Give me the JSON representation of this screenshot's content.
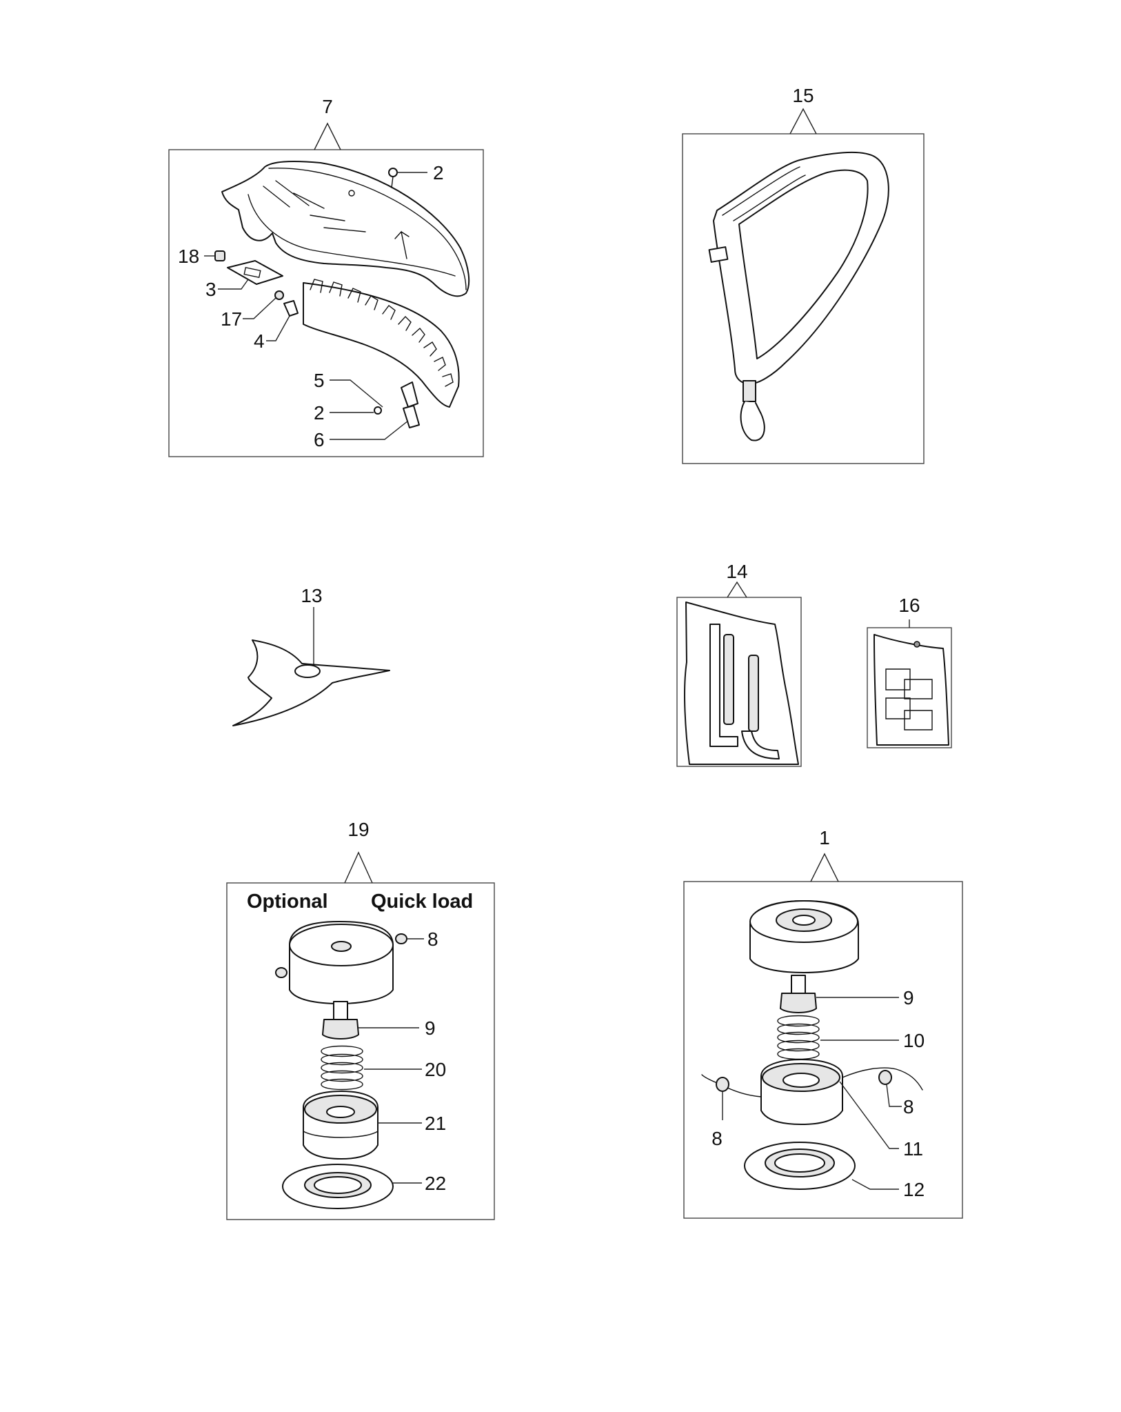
{
  "groups": [
    {
      "id": "7",
      "number": "7"
    },
    {
      "id": "15",
      "number": "15"
    },
    {
      "id": "13",
      "number": "13"
    },
    {
      "id": "14",
      "number": "14"
    },
    {
      "id": "16",
      "number": "16"
    },
    {
      "id": "19",
      "number": "19",
      "headers": [
        "Optional",
        "Quick load"
      ]
    },
    {
      "id": "1",
      "number": "1"
    }
  ],
  "callouts": {
    "guard": [
      "2",
      "18",
      "3",
      "17",
      "4",
      "5",
      "2",
      "6"
    ],
    "quickload": [
      "8",
      "9",
      "20",
      "21",
      "22"
    ],
    "head": [
      "9",
      "10",
      "8",
      "8",
      "11",
      "12"
    ]
  }
}
